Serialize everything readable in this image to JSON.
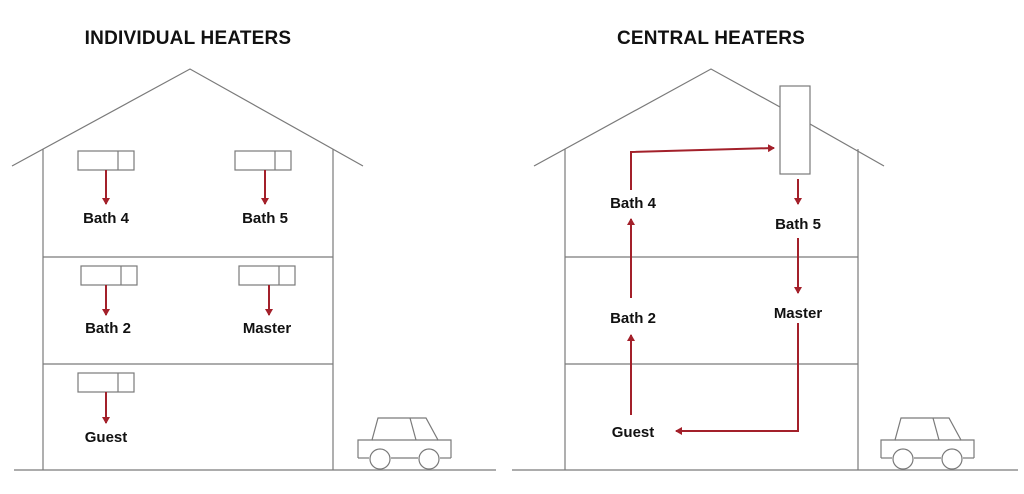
{
  "colors": {
    "pipe": "#a3202a",
    "outline": "#7a7a7a",
    "text": "#111111"
  },
  "individual": {
    "title": "INDIVIDUAL HEATERS",
    "rooms": {
      "bath4": "Bath 4",
      "bath5": "Bath 5",
      "bath2": "Bath 2",
      "master": "Master",
      "guest": "Guest"
    }
  },
  "central": {
    "title": "CENTRAL HEATERS",
    "rooms": {
      "bath4": "Bath 4",
      "bath5": "Bath 5",
      "bath2": "Bath 2",
      "master": "Master",
      "guest": "Guest"
    }
  }
}
